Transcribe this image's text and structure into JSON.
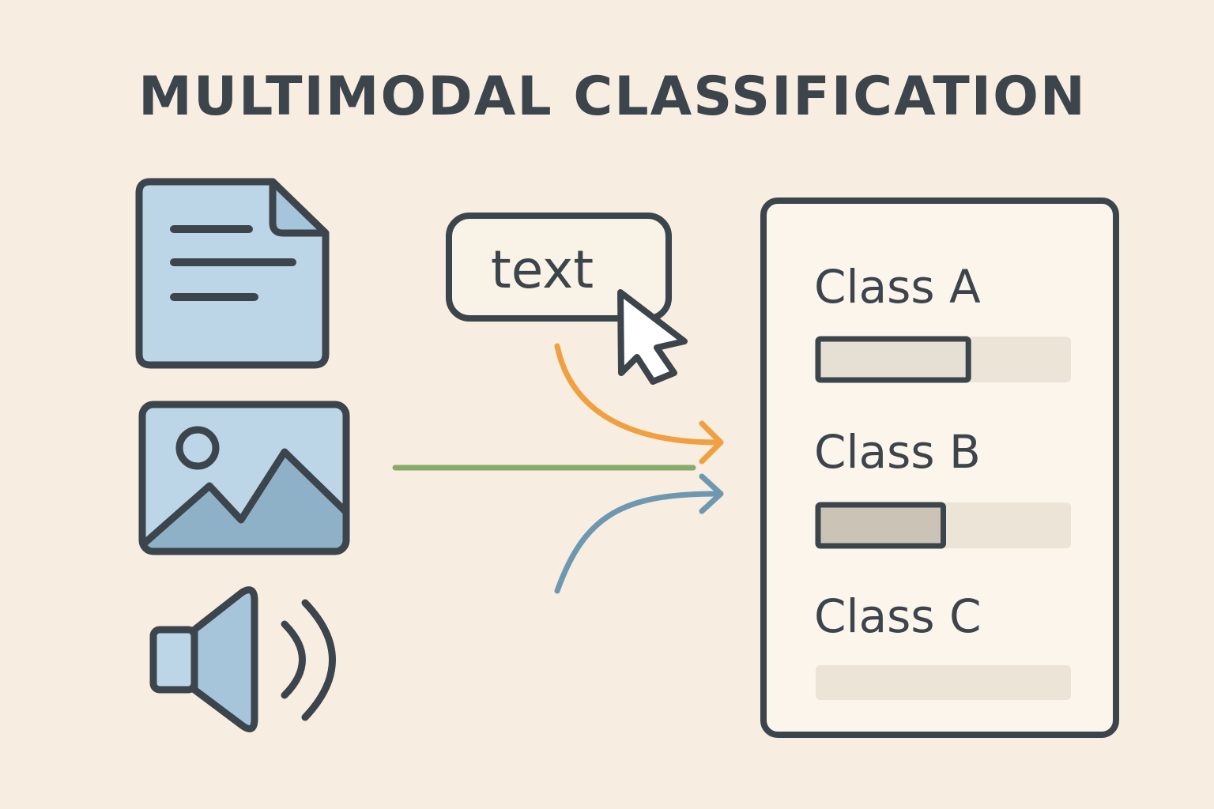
{
  "title": "MULTIMODAL CLASSIFICATION",
  "modalities": {
    "document_icon": "document-icon",
    "image_icon": "image-icon",
    "audio_icon": "speaker-icon"
  },
  "text_chip": {
    "label": "text"
  },
  "classes": [
    {
      "label": "Class A",
      "score": 0.6
    },
    {
      "label": "Class B",
      "score": 0.5
    },
    {
      "label": "Class C",
      "score": 0.0
    }
  ],
  "colors": {
    "background": "#f7ede1",
    "stroke": "#3c444c",
    "icon_fill": "#bcd6e8",
    "orange_arrow": "#f0a040",
    "green_line": "#8aaa6a",
    "blue_arrow": "#6e98b0",
    "bar_track": "#ede4d8",
    "bar_fill_a": "#e6dfd3",
    "bar_fill_b": "#cbc3b6"
  }
}
